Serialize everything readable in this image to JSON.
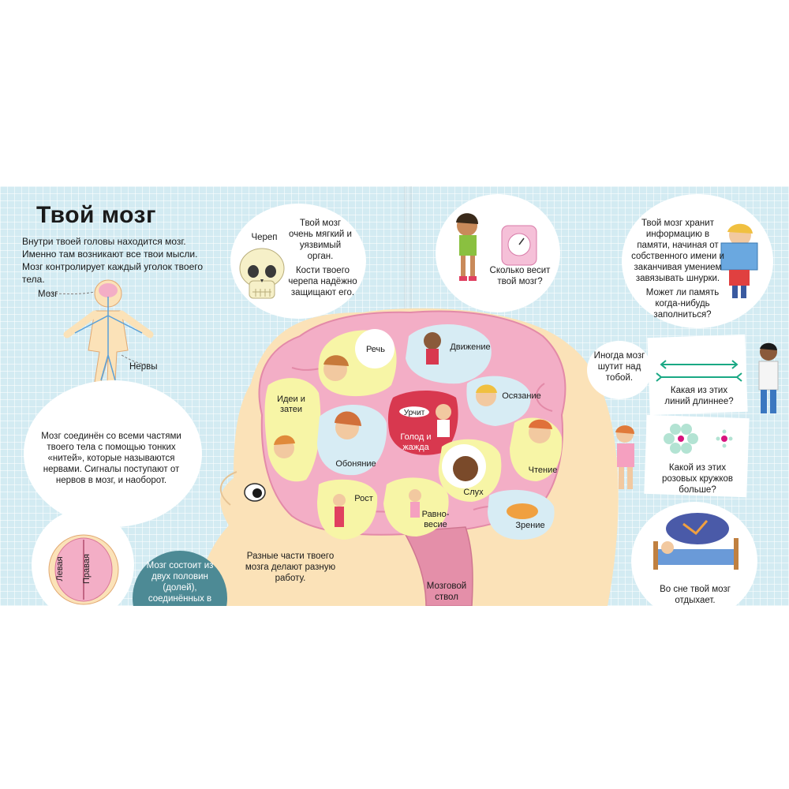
{
  "page": {
    "title": "Твой мозг",
    "intro": "Внутри твоей головы находится мозг. Именно там возникают все твои мысли. Мозг контролирует каждый уголок твоего тела.",
    "body_labels": {
      "brain": "Мозг",
      "nerves": "Нервы"
    },
    "nerves_text": "Мозг соединён со всеми частями твоего тела с помощью тонких «нитей», которые называются нервами. Сигналы поступают от нервов в мозг, и наоборот.",
    "halves": {
      "left": "Левая",
      "right": "Правая"
    },
    "halves_text": "Мозг состоит из двух половин (долей), соединённых в",
    "skull": {
      "label": "Череп",
      "text1": "Твой мозг очень мягкий и уязвимый орган.",
      "text2": "Кости твоего черепа надёжно защищают его."
    },
    "weight_text": "Сколько весит твой мозг?",
    "memory": {
      "text1": "Твой мозг хранит информацию в памяти, начиная от собственного имени и заканчивая умением завязывать шнурки.",
      "text2": "Может ли память когда-нибудь заполниться?"
    },
    "illusion": {
      "intro": "Иногда мозг шутит над тобой.",
      "q1": "Какая из этих линий длиннее?",
      "q2": "Какой из этих розовых кружков больше?"
    },
    "sleep_text": "Во сне твой мозг отдыхает.",
    "parts_text": "Разные части твоего мозга делают разную работу.",
    "brainstem": "Мозговой ствол",
    "regions": {
      "speech": "Речь",
      "movement": "Движение",
      "ideas": "Идеи и затеи",
      "touch": "Осязание",
      "rumble": "Урчит",
      "hunger": "Голод и жажда",
      "smell": "Обоняние",
      "reading": "Чтение",
      "hearing": "Слух",
      "growth": "Рост",
      "balance": "Равно-весие",
      "vision": "Зрение"
    }
  },
  "colors": {
    "background": "#d3ebf2",
    "head_skin": "#fbe2b8",
    "brain_pink": "#f3aec6",
    "lobe_yellow": "#f7f5a6",
    "lobe_blue": "#d7ecf4",
    "hunger_red": "#d8384f",
    "arrow_green": "#1aa884",
    "pink_dot": "#d7147e",
    "dark_bubble": "#4d8a95"
  }
}
